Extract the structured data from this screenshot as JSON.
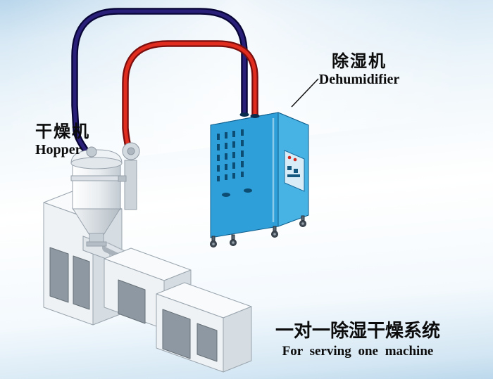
{
  "labels": {
    "hopper": {
      "cn": "干燥机",
      "en": "Hopper"
    },
    "dehumidifier": {
      "cn": "除湿机",
      "en": "Dehumidifier"
    }
  },
  "caption": {
    "cn": "一对一除湿干燥系统",
    "en": "For serving one machine"
  },
  "colors": {
    "pipe_return_edge": "#070436",
    "pipe_return_core": "#2a1f78",
    "pipe_dry_edge": "#7a0d0d",
    "pipe_dry_core": "#e02d1f",
    "cabinet_front": "#2f9fd9",
    "cabinet_side": "#47b2e4",
    "cabinet_top": "#8fd0ef",
    "background_sky": "#c2dcee",
    "text": "#0c0c0c"
  }
}
